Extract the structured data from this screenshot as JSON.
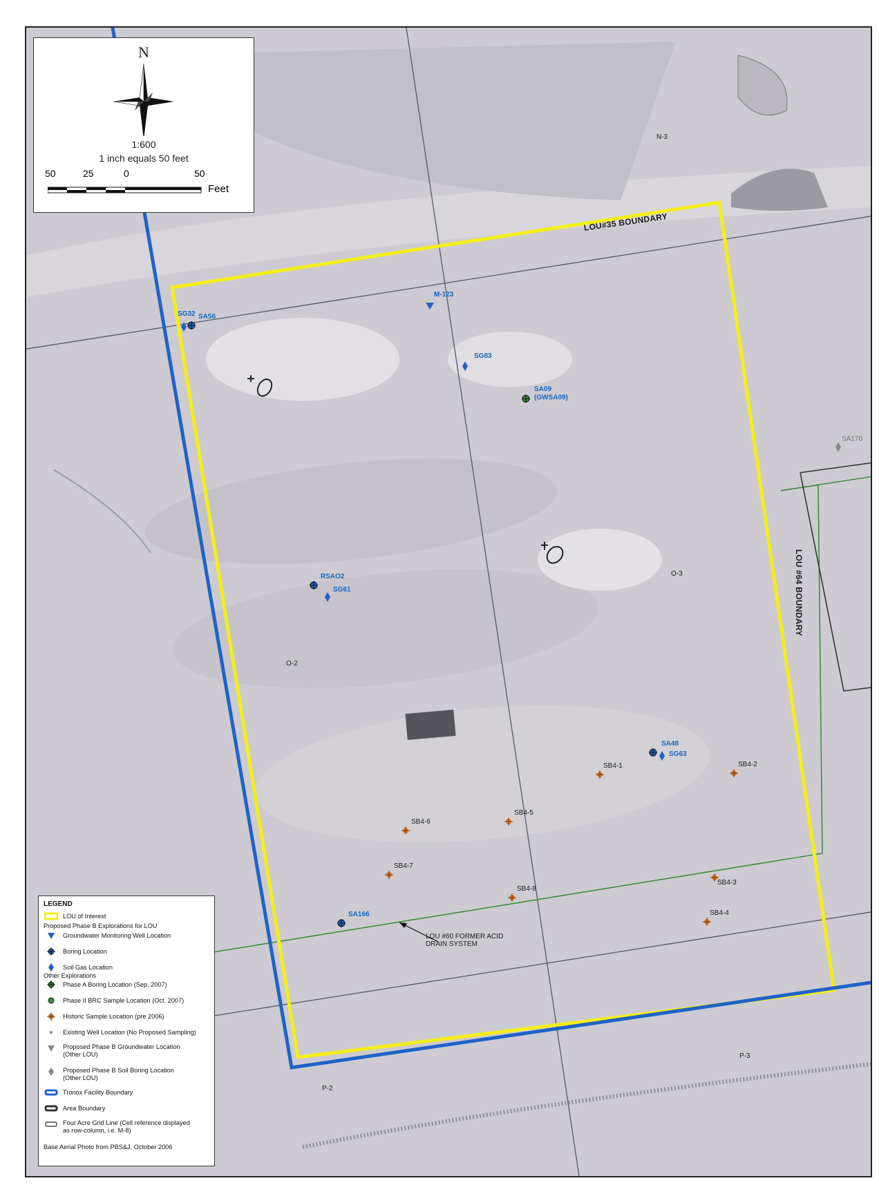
{
  "north_arrow": {
    "letter": "N",
    "scale": "1:600",
    "equivalence": "1 inch equals 50 feet",
    "ticks": [
      "50",
      "25",
      "0",
      "50"
    ],
    "unit": "Feet"
  },
  "labels": {
    "lou35": "LOU#35 BOUNDARY",
    "lou64": "LOU #64 BOUNDARY",
    "lou60": [
      "LOU #60 FORMER ACID",
      "DRAIN SYSTEM"
    ],
    "grid": {
      "n3": "N-3",
      "o2": "O-2",
      "o3": "O-3",
      "p2": "P-2",
      "p3": "P-3"
    },
    "edge_partial": "SA170"
  },
  "points": [
    {
      "id": "SG32",
      "kind": "soil-gas"
    },
    {
      "id": "SA56",
      "kind": "boring"
    },
    {
      "id": "M-123",
      "kind": "gw-well"
    },
    {
      "id": "SG83",
      "kind": "soil-gas"
    },
    {
      "id": "SA09",
      "sub": "(GWSA09)",
      "kind": "phase-a"
    },
    {
      "id": "RSAO2",
      "kind": "boring"
    },
    {
      "id": "SG61",
      "kind": "soil-gas"
    },
    {
      "id": "SA48",
      "kind": "boring"
    },
    {
      "id": "SG63",
      "kind": "soil-gas"
    },
    {
      "id": "SB4-1",
      "kind": "historic"
    },
    {
      "id": "SB4-2",
      "kind": "historic"
    },
    {
      "id": "SB4-3",
      "kind": "historic"
    },
    {
      "id": "SB4-4",
      "kind": "historic"
    },
    {
      "id": "SB4-5",
      "kind": "historic"
    },
    {
      "id": "SB4-6",
      "kind": "historic"
    },
    {
      "id": "SB4-7",
      "kind": "historic"
    },
    {
      "id": "SB4-8",
      "kind": "historic"
    },
    {
      "id": "SA166",
      "kind": "boring"
    }
  ],
  "legend": {
    "title": "LEGEND",
    "lou_of_interest": "LOU of Interest",
    "group1": "Proposed Phase B Explorations for LOU",
    "gw_well": "Groundwater Monitoring Well Location",
    "boring": "Boring Location",
    "soil_gas": "Soil Gas Location",
    "group2": "Other Explorations",
    "phase_a": "Phase A Boring Location (Sep. 2007)",
    "phase_ii": "Phase II BRC Sample Location (Oct. 2007)",
    "historic": "Historic Sample Location (pre 2006)",
    "existing_well": "Existing Well Location (No Proposed Sampling)",
    "prop_gw": [
      "Proposed Phase B Groundwater Location",
      "(Other LOU)"
    ],
    "prop_soil": [
      "Proposed Phase B Soil Boring Location",
      "(Other LOU)"
    ],
    "tronox": "Tronox Facility Boundary",
    "area": "Area Boundary",
    "grid": [
      "Four Acre Grid Line (Cell reference displayed",
      "as row-column, i.e. M-8)"
    ],
    "source": "Base Aerial Photo from PBS&J, October 2006"
  },
  "colors": {
    "lou_yellow": "#f4ee1a",
    "tronox_blue": "#1e63c8",
    "area_green": "#3f8a3f",
    "label_blue": "#1565c0",
    "historic_orange": "#d9731c",
    "grid_gray": "#5b6167"
  }
}
